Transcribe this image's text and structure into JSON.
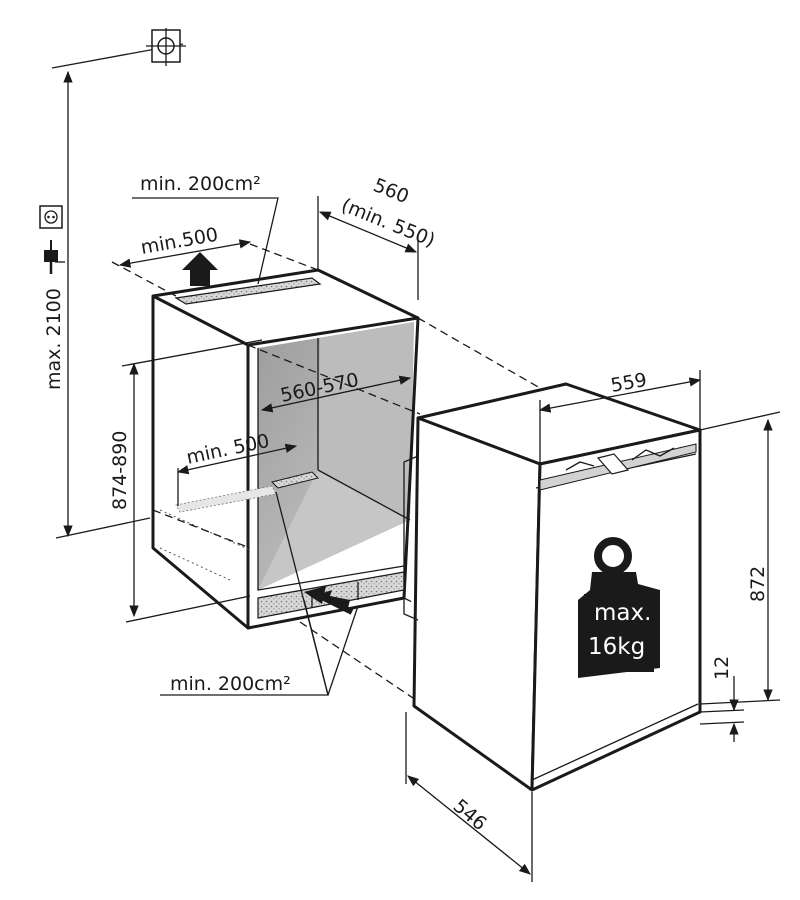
{
  "labels": {
    "vent_top_area": "min. 200cm²",
    "niche_width_top": "560",
    "niche_width_top_min": "(min. 550)",
    "top_depth": "min.500",
    "interior_width": "560-570",
    "niche_height": "874-890",
    "floor_depth": "min. 500",
    "vent_bottom_area": "min. 200cm²",
    "max_height": "max. 2100",
    "appliance_width": "559",
    "appliance_height": "872",
    "plinth_offset": "12",
    "appliance_depth": "546",
    "load_line1": "max.",
    "load_line2": "16kg"
  },
  "icons": [
    "crosshair-icon",
    "power-socket-icon",
    "power-plug-icon",
    "weight-icon",
    "airflow-arrow-icon"
  ]
}
